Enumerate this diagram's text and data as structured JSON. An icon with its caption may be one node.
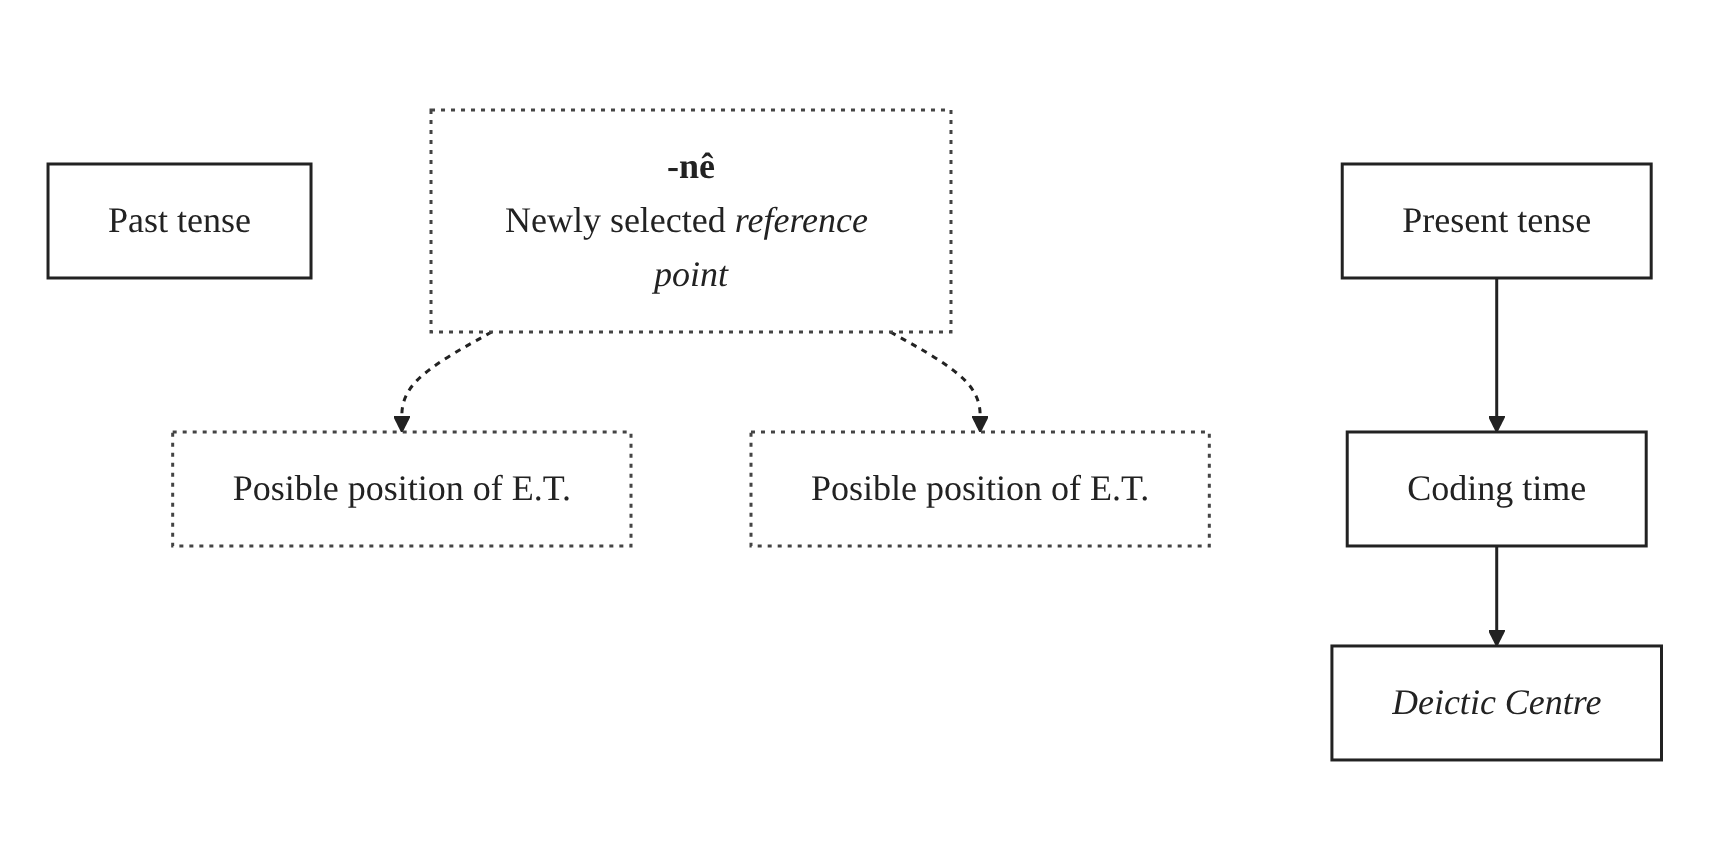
{
  "diagram": {
    "nodes": [
      {
        "text": [
          "Past tense"
        ]
      },
      {
        "text": [
          "-nê",
          "Newly selected *reference point*"
        ]
      },
      {
        "text": [
          "Posible position of E.T."
        ]
      },
      {
        "text": [
          "Posible position of E.T."
        ]
      },
      {
        "text": [
          "Present tense"
        ]
      },
      {
        "text": [
          "Coding time"
        ]
      },
      {
        "text": [
          "Deictic Centre"
        ]
      }
    ],
    "edges": [
      {
        "from": 1,
        "to": 2,
        "arrow": "to",
        "style": "dashed"
      },
      {
        "from": 1,
        "to": 3,
        "arrow": "to",
        "style": "dashed"
      },
      {
        "from": 4,
        "to": 5,
        "arrow": "to"
      },
      {
        "from": 5,
        "to": 6,
        "arrow": "to"
      }
    ]
  }
}
